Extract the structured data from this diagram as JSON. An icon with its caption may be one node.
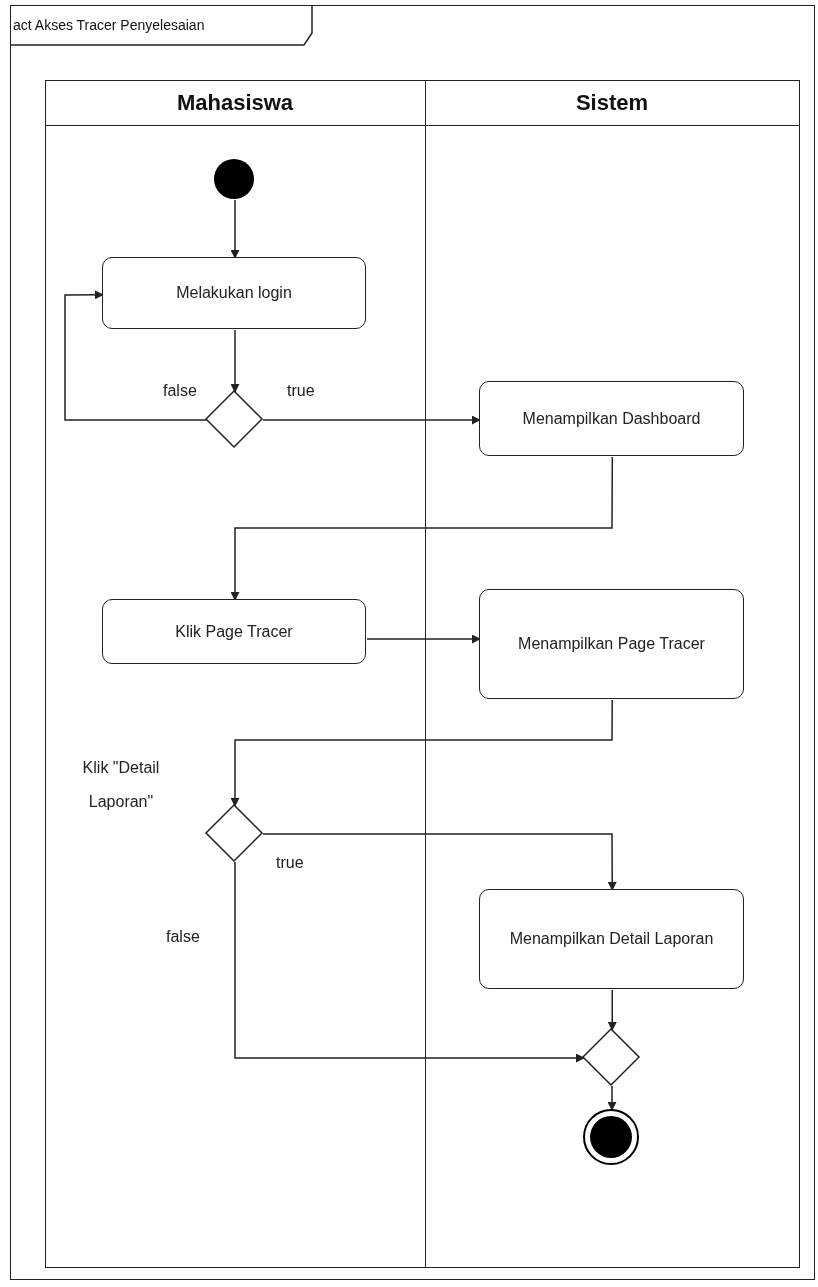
{
  "diagram": {
    "nodes": [
      {
        "text": [
          "act Akses Tracer Penyelesaian"
        ]
      },
      {
        "text": [
          "Mahasiswa"
        ],
        "in": 0
      },
      {
        "text": [
          "Sistem"
        ],
        "in": 0
      },
      {
        "text": [],
        "shape": "circle",
        "in": 1
      },
      {
        "text": [
          "Melakukan login"
        ],
        "in": 1
      },
      {
        "text": [],
        "shape": "diamond",
        "in": 1
      },
      {
        "text": [
          "Menampilkan Dashboard"
        ],
        "in": 2
      },
      {
        "text": [
          "Klik Page Tracer"
        ],
        "in": 1
      },
      {
        "text": [
          "Menampilkan Page Tracer"
        ],
        "in": 2
      },
      {
        "text": [],
        "shape": "diamond",
        "in": 1,
        "beside": [
          "Klik \"Detail Laporan\""
        ]
      },
      {
        "text": [
          "Menampilkan Detail Laporan"
        ],
        "in": 2
      },
      {
        "text": [],
        "shape": "diamond",
        "in": 2
      },
      {
        "text": [],
        "shape": "endcircle",
        "in": 2
      }
    ],
    "edges": [
      {
        "from": 3,
        "to": 4,
        "arrow": "to"
      },
      {
        "from": 4,
        "to": 5,
        "arrow": "to"
      },
      {
        "from": 5,
        "to": 4,
        "arrow": "to",
        "label": "false"
      },
      {
        "from": 5,
        "to": 6,
        "arrow": "to",
        "label": "true"
      },
      {
        "from": 6,
        "to": 7,
        "arrow": "to"
      },
      {
        "from": 7,
        "to": 8,
        "arrow": "to"
      },
      {
        "from": 8,
        "to": 9,
        "arrow": "to"
      },
      {
        "from": 9,
        "to": 10,
        "arrow": "to",
        "label": "true"
      },
      {
        "from": 9,
        "to": 11,
        "arrow": "to",
        "label": "false"
      },
      {
        "from": 10,
        "to": 11,
        "arrow": "to"
      },
      {
        "from": 11,
        "to": 12,
        "arrow": "to"
      }
    ]
  }
}
